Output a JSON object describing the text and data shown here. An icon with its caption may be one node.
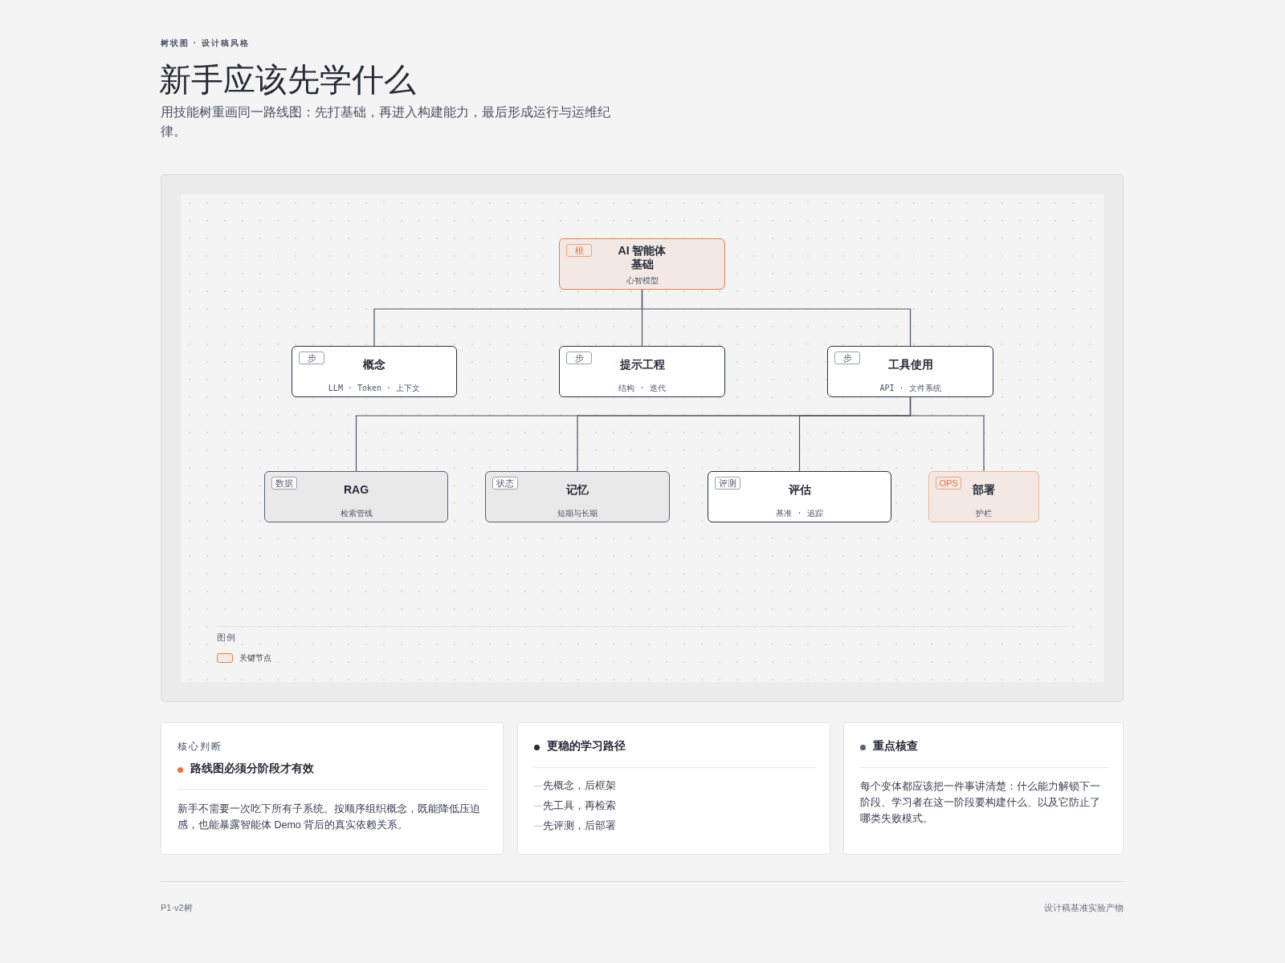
{
  "diagram": {
    "title": "新手应该先学什么",
    "caption": "用技能树重画同一路线图：先打基础，再进入构建能力，最后形成运行与运维纪律。",
    "nodes": [
      {
        "text": [
          "根",
          "AI 智能体基础",
          "心智模型"
        ]
      },
      {
        "text": [
          "步",
          "概念",
          "LLM · Token · 上下文"
        ]
      },
      {
        "text": [
          "步",
          "提示工程",
          "结构 · 迭代"
        ]
      },
      {
        "text": [
          "步",
          "工具使用",
          "API · 文件系统"
        ]
      },
      {
        "text": [
          "数据",
          "RAG",
          "检索管线"
        ]
      },
      {
        "text": [
          "状态",
          "记忆",
          "短期与长期"
        ]
      },
      {
        "text": [
          "评测",
          "评估",
          "基准 · 追踪"
        ]
      },
      {
        "text": [
          "OPS",
          "部署",
          "护栏"
        ]
      },
      {
        "text": [
          "核心判断",
          "路线图必须分阶段才有效",
          "新手不需要一次吃下所有子系统。按顺序组织概念，既能降低压迫感，也能暴露智能体 Demo 背后的真实依赖关系。"
        ]
      },
      {
        "text": [
          "更稳的学习路径",
          "先概念，后框架",
          "先工具，再检索",
          "先评测，后部署"
        ]
      },
      {
        "text": [
          "重点核查",
          "每个变体都应该把一件事讲清楚：什么能力解锁下一阶段、学习者在这一阶段要构建什么、以及它防止了哪类失败模式。"
        ]
      }
    ],
    "edges": [
      {
        "from": 0,
        "to": 1,
        "arrow": "none"
      },
      {
        "from": 0,
        "to": 2,
        "arrow": "none"
      },
      {
        "from": 0,
        "to": 3,
        "arrow": "none"
      },
      {
        "from": 3,
        "to": 4,
        "arrow": "none"
      },
      {
        "from": 3,
        "to": 5,
        "arrow": "none"
      },
      {
        "from": 3,
        "to": 6,
        "arrow": "none"
      },
      {
        "from": 3,
        "to": 7,
        "arrow": "none"
      }
    ],
    "labels": [
      "树状图 · 设计稿风格",
      "图例",
      "P1·v2树",
      "设计稿基准实验产物"
    ],
    "legend": [
      {
        "text": "关键节点",
        "color": "#f3e8e3"
      }
    ]
  }
}
